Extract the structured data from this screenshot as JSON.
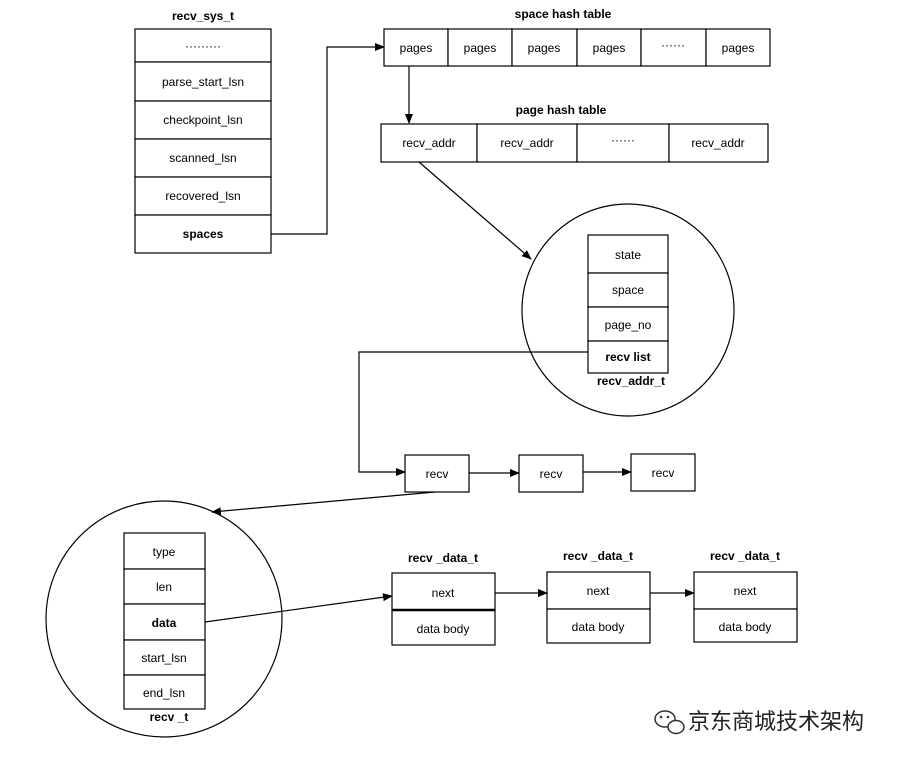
{
  "recv_sys": {
    "title": "recv_sys_t",
    "fields": [
      "·········",
      "parse_start_lsn",
      "checkpoint_lsn",
      "scanned_lsn",
      "recovered_lsn",
      "spaces"
    ]
  },
  "space_hash": {
    "title": "space hash table",
    "cells": [
      "pages",
      "pages",
      "pages",
      "pages",
      "······",
      "pages"
    ]
  },
  "page_hash": {
    "title": "page hash table",
    "cells": [
      "recv_addr",
      "recv_addr",
      "······",
      "recv_addr"
    ]
  },
  "recv_addr": {
    "title": "recv_addr_t",
    "fields": [
      "state",
      "space",
      "page_no",
      "recv list"
    ]
  },
  "recv_list": {
    "nodes": [
      "recv",
      "recv",
      "recv"
    ]
  },
  "recv": {
    "title": "recv _t",
    "fields": [
      "type",
      "len",
      "data",
      "start_lsn",
      "end_lsn"
    ]
  },
  "recv_data": {
    "nodes": [
      {
        "title": "recv _data_t",
        "fields": [
          "next",
          "data body"
        ]
      },
      {
        "title": "recv _data_t",
        "fields": [
          "next",
          "data body"
        ]
      },
      {
        "title": "recv _data_t",
        "fields": [
          "next",
          "data body"
        ]
      }
    ]
  },
  "watermark": {
    "text": "京东商城技术架构",
    "icon": "wechat-icon"
  }
}
